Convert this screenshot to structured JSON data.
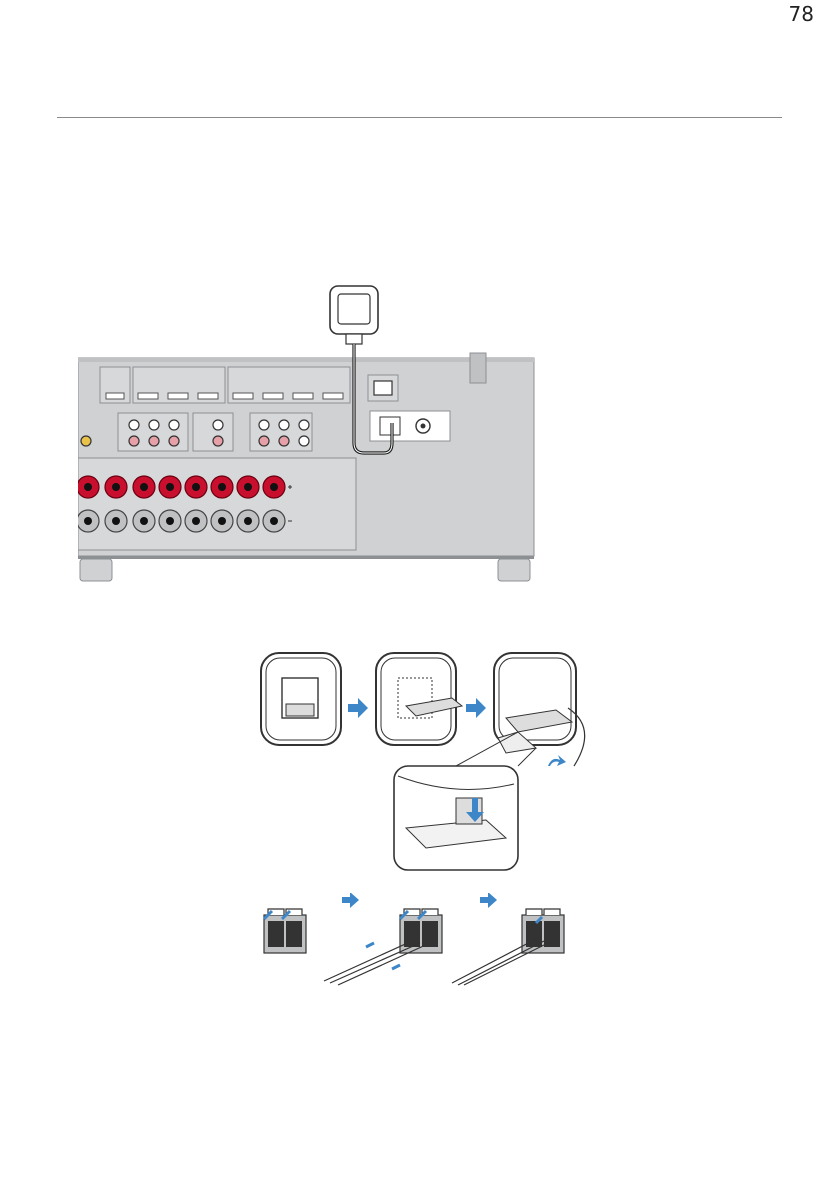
{
  "page": {
    "number": "78"
  },
  "colors": {
    "panel": "#cfd1d3",
    "panel_dark": "#8d9093",
    "terminal_red": "#c8102e",
    "cable": "#1a1a1a",
    "arrow_blue": "#3d86c8",
    "line": "#333333"
  },
  "icons": {
    "receiver_rear_panel": "receiver-rear-panel-illustration",
    "antenna_connection": "am-antenna-cable-illustration",
    "antenna_assembly": "antenna-assembly-steps",
    "wire_connection": "spring-terminal-wire-steps",
    "step_arrow": "right-arrow-icon",
    "push_arrow": "down-arrow-icon",
    "rotate_arrow": "curved-arrow-icon"
  }
}
